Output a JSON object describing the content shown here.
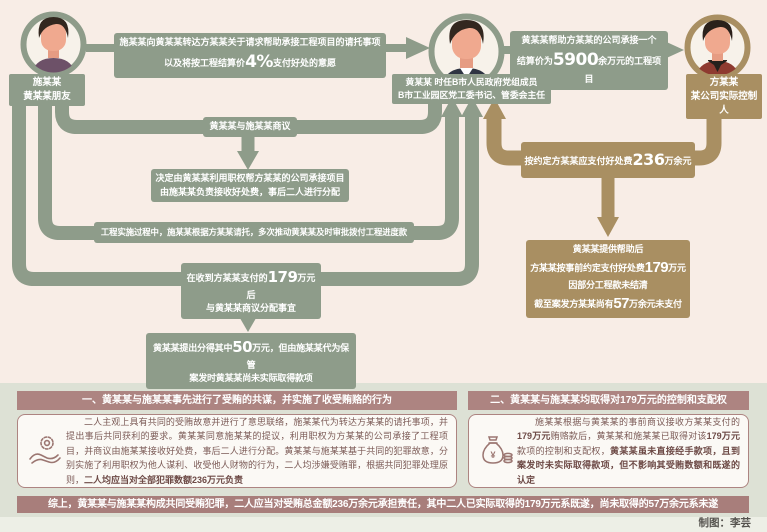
{
  "colors": {
    "sage_green": "#8E9C8A",
    "tan_gold": "#A98F62",
    "maroon": "#AD8481",
    "bg_top": "#F8EDE6",
    "bg_bottom": "#DDE1D5"
  },
  "people": {
    "shi": {
      "name": "施某某",
      "role": "黄某某朋友"
    },
    "huang": {
      "line1": "黄某某 时任B市人民政府党组成员",
      "line2": "B市工业园区党工委书记、管委会主任"
    },
    "fang": {
      "name": "方某某",
      "role": "某公司实际控制人"
    }
  },
  "flow": {
    "request_box": {
      "line1": "施某某向黄某某转达方某某关于请求帮助承接工程项目的请托事项",
      "line2_pre": "以及将按工程结算价",
      "line2_num": "4%",
      "line2_post": "支付好处的意愿"
    },
    "help_box": {
      "line1": "黄某某帮助方某某的公司承接一个",
      "line2_pre": "结算价为",
      "line2_num": "5900",
      "line2_post": "余万元的工程项目"
    },
    "discuss_label": "黄某某与施某某商议",
    "decide_box": {
      "line1": "决定由黄某某利用职权帮方某某的公司承接项目",
      "line2": "由施某某负责接收好处费，事后二人进行分配"
    },
    "progress_box": "工程实施过程中，施某某根据方某某请托，多次推动黄某某及时审批拨付工程进度款",
    "receive_box": {
      "line1_pre": "在收到方某某支付的",
      "line1_num": "179",
      "line1_post": "万元后",
      "line2": "与黄某某商议分配事宜"
    },
    "share_box": {
      "line1_pre": "黄某某提出分得其中",
      "line1_num": "50",
      "line1_post": "万元，但由施某某代为保管",
      "line2": "案发时黄某某尚未实际取得款项"
    },
    "agreed_box": {
      "pre": "按约定方某某应支付好处费",
      "num": "236",
      "post": "万余元"
    },
    "paid_box": {
      "line1": "黄某某提供帮助后",
      "line2_pre": "方某某按事前约定支付好处费",
      "line2_num": "179",
      "line2_post": "万元",
      "line3": "因部分工程款未结清",
      "line4_pre": "截至案发方某某尚有",
      "line4_num": "57",
      "line4_post": "万余元未支付"
    }
  },
  "analysis": {
    "panel1": {
      "title": "一、黄某某与施某某事先进行了受贿的共谋，并实施了收受贿赂的行为",
      "body_normal": "二人主观上具有共同的受贿故意并进行了意思联络，施某某代为转达方某某的请托事项，并提出事后共同获利的要求。黄某某同意施某某的提议，利用职权为方某某的公司承接了工程项目，并商议由施某某接收好处费，事后二人进行分配。黄某某与施某某基于共同的犯罪故意，分别实施了利用职权为他人谋利、收受他人财物的行为，二人均涉嫌受贿罪，根据共同犯罪处理原则，",
      "body_bold": "二人均应当对全部犯罪数额236万元负责"
    },
    "panel2": {
      "title": "二、黄某某与施某某均取得对179万元的控制和支配权",
      "seg1": "施某某根据与黄某某的事前商议接收方某某支付的",
      "bold1": "179万元",
      "seg2": "贿赂款后，黄某某和施某某已取得对该",
      "bold2": "179万元",
      "seg3": "款项的控制和支配权，",
      "bold3": "黄某某虽未直接经手款项，且到案发时未实际取得款项，但不影响其受贿数额和既遂的认定"
    }
  },
  "conclusion": "综上，黄某某与施某某构成共同受贿犯罪，二人应当对受贿总金额236万余元承担责任，其中二人已实际取得的179万元系既遂，尚未取得的57万余元系未遂",
  "credit": "制图：李芸"
}
